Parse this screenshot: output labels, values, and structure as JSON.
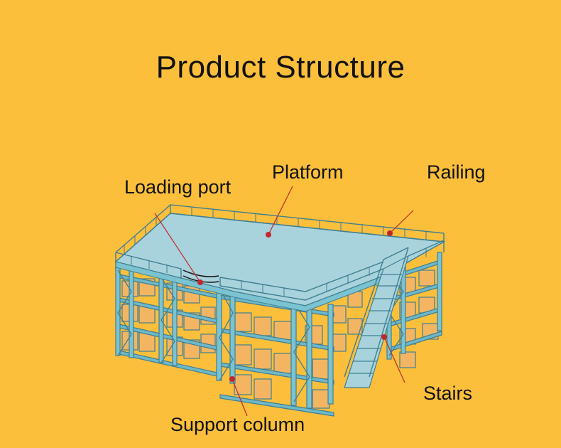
{
  "title": "Product Structure",
  "labels": {
    "loading_port": "Loading port",
    "platform": "Platform",
    "railing": "Railing",
    "stairs": "Stairs",
    "support_column": "Support column"
  },
  "colors": {
    "background": "#fbbf3c",
    "platform_surface": "#a9d3dc",
    "frame": "#6fb8c8",
    "frame_dark": "#3f7f91",
    "boxes": "#f4b563",
    "pointer": "#c0282d"
  }
}
